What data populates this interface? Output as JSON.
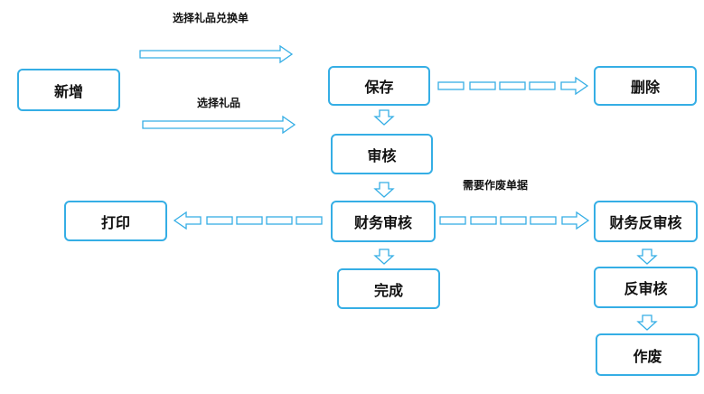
{
  "nodes": {
    "xinzeng": "新增",
    "baocun": "保存",
    "shanchu": "删除",
    "shenhe": "审核",
    "caiwu_shenhe": "财务审核",
    "dayin": "打印",
    "caiwu_fanshenhe": "财务反审核",
    "wancheng": "完成",
    "fanshenhe": "反审核",
    "zuofei": "作废"
  },
  "labels": {
    "select_exchange": "选择礼品兑换单",
    "select_gift": "选择礼品",
    "need_void": "需要作废单据"
  },
  "colors": {
    "accent": "#35aee5"
  }
}
